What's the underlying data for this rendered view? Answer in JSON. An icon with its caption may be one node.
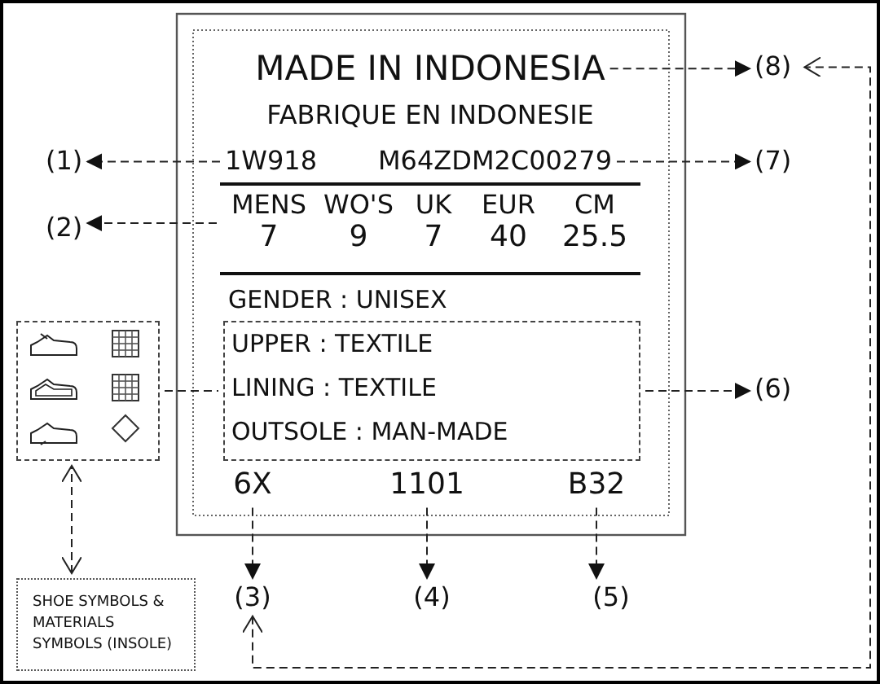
{
  "diagram": {
    "nodes": [
      {
        "text": [
          "MADE IN INDONESIA"
        ]
      },
      {
        "text": [
          "(8)"
        ]
      },
      {
        "text": [
          "1W918"
        ]
      },
      {
        "text": [
          "(1)"
        ]
      },
      {
        "text": [
          "M64ZDM2C00279"
        ]
      },
      {
        "text": [
          "(7)"
        ]
      },
      {
        "text": [
          "MENS",
          "WO'S",
          "UK",
          "EUR",
          "CM",
          "7",
          "9",
          "7",
          "40",
          "25.5"
        ]
      },
      {
        "text": [
          "(2)"
        ]
      },
      {
        "text": [
          "UPPER : TEXTILE",
          "LINING : TEXTILE",
          "OUTSOLE : MAN-MADE"
        ]
      },
      {
        "text": [
          "(6)"
        ]
      },
      {
        "text": [],
        "shape": "box"
      },
      {
        "text": [
          "SHOE SYMBOLS & MATERIALS SYMBOLS (INSOLE)"
        ]
      },
      {
        "text": [
          "6X"
        ]
      },
      {
        "text": [
          "(3)"
        ]
      },
      {
        "text": [
          "1101"
        ]
      },
      {
        "text": [
          "(4)"
        ]
      },
      {
        "text": [
          "B32"
        ]
      },
      {
        "text": [
          "(5)"
        ]
      }
    ],
    "edges": [
      {
        "from": 0,
        "to": 1,
        "arrow": "to",
        "style": "dashed"
      },
      {
        "from": 2,
        "to": 3,
        "arrow": "to",
        "style": "dashed"
      },
      {
        "from": 4,
        "to": 5,
        "arrow": "to",
        "style": "dashed"
      },
      {
        "from": 6,
        "to": 7,
        "arrow": "to",
        "style": "dashed"
      },
      {
        "from": 8,
        "to": 9,
        "arrow": "to",
        "style": "dashed"
      },
      {
        "from": 10,
        "to": 8,
        "arrow": "none",
        "style": "dashed"
      },
      {
        "from": 11,
        "to": 10,
        "arrow": "both",
        "style": "dashed"
      },
      {
        "from": 12,
        "to": 13,
        "arrow": "to",
        "style": "dashed"
      },
      {
        "from": 14,
        "to": 15,
        "arrow": "to",
        "style": "dashed"
      },
      {
        "from": 16,
        "to": 17,
        "arrow": "to",
        "style": "dashed"
      },
      {
        "from": 13,
        "to": 1,
        "arrow": "both",
        "style": "dashed"
      }
    ],
    "labels": [
      "FABRIQUE EN INDONESIE",
      "GENDER : UNISEX"
    ]
  }
}
